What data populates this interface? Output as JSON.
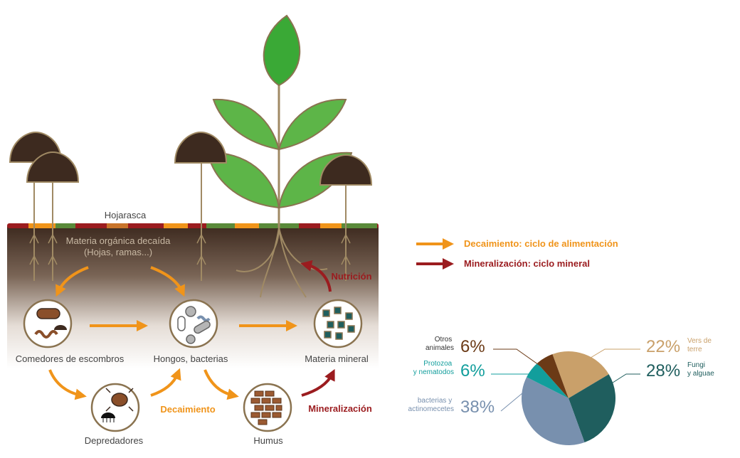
{
  "diagram": {
    "surface_label": "Hojarasca",
    "organic_matter_label": "Materia orgánica decaída",
    "organic_matter_sub": "(Hojas, ramas...)",
    "nodes": {
      "detritivores": "Comedores de escombros",
      "fungi_bacteria": "Hongos, bacterias",
      "mineral_matter": "Materia mineral",
      "predators": "Depredadores",
      "humus": "Humus"
    },
    "arrow_labels": {
      "decay": "Decaimiento",
      "mineralization": "Mineralización",
      "nutrition": "Nutrición"
    }
  },
  "legend": {
    "items": [
      {
        "label": "Decaimiento: ciclo de alimentación",
        "color": "#f0941a"
      },
      {
        "label": "Mineralización: ciclo mineral",
        "color": "#9b1c1f"
      }
    ]
  },
  "chart_data": {
    "type": "pie",
    "slices": [
      {
        "label_lines": [
          "Vers de",
          "terre"
        ],
        "value": 22,
        "value_text": "22%",
        "color": "#c9a06a"
      },
      {
        "label_lines": [
          "Fungi",
          "y alguae"
        ],
        "value": 28,
        "value_text": "28%",
        "color": "#1f5e5e"
      },
      {
        "label_lines": [
          "bacterias y",
          "actinomecetes"
        ],
        "value": 38,
        "value_text": "38%",
        "color": "#7890ae"
      },
      {
        "label_lines": [
          "Protozoa",
          "y nematodos"
        ],
        "value": 6,
        "value_text": "6%",
        "color": "#129e9c"
      },
      {
        "label_lines": [
          "Otros",
          "animales"
        ],
        "value": 6,
        "value_text": "6%",
        "color": "#6b3a16"
      }
    ]
  },
  "colors": {
    "orange": "#f0941a",
    "dark_red": "#9b1c1f",
    "soil_brown": "#3d2a1f",
    "leaf_green": "#5db548",
    "stem_tan": "#a08a64",
    "node_outline": "#8a7350"
  }
}
